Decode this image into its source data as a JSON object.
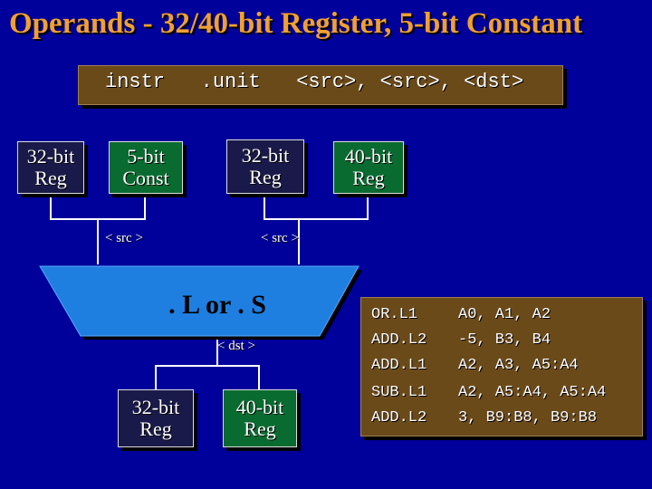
{
  "title": "Operands - 32/40-bit Register, 5-bit Constant",
  "syntax": "instr   .unit   <src>, <src>, <dst>",
  "sources": [
    {
      "label": "32-bit Reg",
      "l1": "32-bit",
      "l2": "Reg",
      "color": "#1a1a4a"
    },
    {
      "label": "5-bit Const",
      "l1": "5-bit",
      "l2": "Const",
      "color": "#0a6b30"
    },
    {
      "label": "32-bit Reg",
      "l1": "32-bit",
      "l2": "Reg",
      "color": "#1a1a4a"
    },
    {
      "label": "40-bit Reg",
      "l1": "40-bit",
      "l2": "Reg",
      "color": "#0a6b30"
    }
  ],
  "src_label_1": "< src >",
  "src_label_2": "< src >",
  "unit": ". L or . S",
  "dst_label": "< dst >",
  "dests": [
    {
      "l1": "32-bit",
      "l2": "Reg",
      "color": "#1a1a4a"
    },
    {
      "l1": "40-bit",
      "l2": "Reg",
      "color": "#0a6b30"
    }
  ],
  "examples": [
    {
      "op": "OR.L1",
      "args": "A0, A1, A2"
    },
    {
      "op": "ADD.L2",
      "args": "-5, B3, B4"
    },
    {
      "op": "ADD.L1",
      "args": "A2, A3, A5:A4"
    },
    {
      "op": "SUB.L1",
      "args": "A2, A5:A4, A5:A4"
    },
    {
      "op": "ADD.L2",
      "args": "3, B9:B8, B9:B8"
    }
  ],
  "colors": {
    "background": "#00009a",
    "title": "#f0a030",
    "unit": "#1e7fe0",
    "code_bg": "#6b4a1a"
  }
}
